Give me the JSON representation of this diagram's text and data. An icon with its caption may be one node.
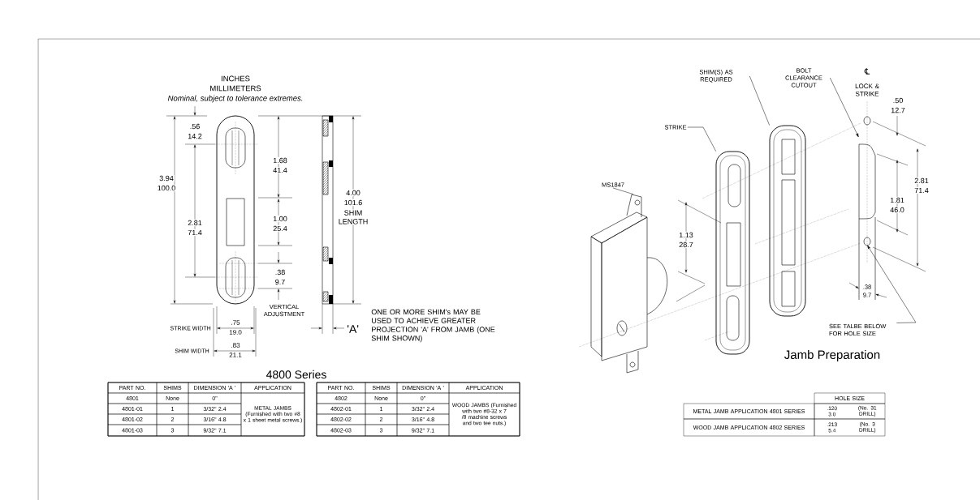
{
  "diagram": {
    "nodes": [
      {
        "text": [
          "STRIKE"
        ]
      },
      {
        "text": [
          "SHIM(S) AS REQUIRED"
        ]
      },
      {
        "text": [
          "BOLT CLEARANCE CUTOUT"
        ]
      },
      {
        "text": [
          "MS1847"
        ]
      },
      {
        "text": [
          "SEE TALBE BELOW FOR HOLE SIZE"
        ]
      },
      {
        "text": [],
        "shape": "picture"
      },
      {
        "text": [],
        "shape": "picture"
      },
      {
        "text": [],
        "shape": "picture"
      },
      {
        "text": [],
        "shape": "picture"
      }
    ],
    "edges": [
      {
        "from": 3,
        "to": 5,
        "arrow": "none"
      },
      {
        "from": 0,
        "to": 6,
        "arrow": "none"
      },
      {
        "from": 1,
        "to": 7,
        "arrow": "none"
      },
      {
        "from": 2,
        "to": 8,
        "arrow": "to"
      },
      {
        "from": 4,
        "to": 8,
        "arrow": "to"
      }
    ],
    "labels": [
      "INCHES",
      "MILLIMETERS",
      "Nominal, subject to tolerance extremes.",
      ".56",
      "14.2",
      "3.94",
      "100.0",
      "1.68",
      "41.4",
      "4.00",
      "101.6",
      "SHIM LENGTH",
      "2.81",
      "71.4",
      "1.00",
      "25.4",
      ".38",
      "9.7",
      "VERTICAL ADJUSTMENT",
      "STRIKE WIDTH",
      ".75",
      "19.0",
      "'A'",
      "ONE OR MORE SHIM's MAY BE USED TO ACHIEVE GREATER PROJECTION 'A' FROM JAMB (ONE SHIM SHOWN)",
      "SHIM WIDTH",
      ".83",
      "21.1",
      "4800 Series",
      "PART NO.",
      "SHIMS",
      "DIMENSION 'A '",
      "APPLICATION",
      "4801",
      "None",
      "0\"",
      "METAL JAMBS (Furnished with two #8 x 1 sheet metal screws.)",
      "4801-01",
      "1",
      "3/32\" 2.4",
      "4801-02",
      "2",
      "3/16\" 4.8",
      "4801-03",
      "3",
      "9/32\" 7.1",
      "PART NO.",
      "SHIMS",
      "DIMENSION 'A '",
      "APPLICATION",
      "4802",
      "None",
      "0\"",
      "WOOD JAMBS (Furnished with two #8-32 x 7 /8 machine screws and two tee nuts.)",
      "4802-01",
      "1",
      "3/32\" 2.4",
      "4802-02",
      "2",
      "3/16\" 4.8",
      "4802-03",
      "3",
      "9/32\" 7.1",
      "℄",
      "LOCK & STRIKE",
      ".50",
      "12.7",
      "2.81",
      "71.4",
      "1.81",
      "46.0",
      "1.13",
      "28.7",
      ".38",
      "9.7",
      "Jamb Preparation",
      "HOLE SIZE",
      "METAL JAMB APPLICATION 4801 SERIES",
      ".120 3.0",
      "(No. 31 DRILL)",
      "WOOD JAMB APPLICATION 4802 SERIES",
      ".213 5.4",
      "(No. 3 DRILL)"
    ]
  }
}
